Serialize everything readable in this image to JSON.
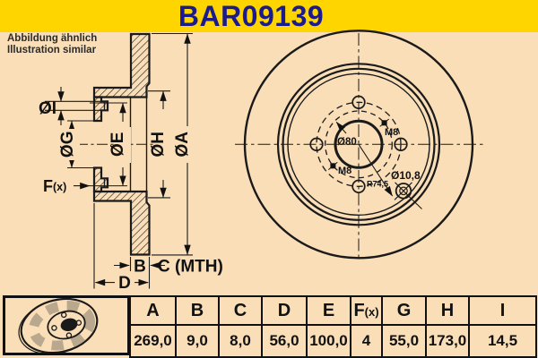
{
  "title": "BAR09139",
  "note": {
    "line1": "Abbildung ähnlich",
    "line2": "Illustration similar"
  },
  "colors": {
    "banner": "#FFD500",
    "background": "#F9DEB8",
    "title_text": "#1B1B8E",
    "line": "#111111"
  },
  "section_view": {
    "labels": {
      "dia_i": "ØI",
      "dia_g": "ØG",
      "dia_e": "ØE",
      "dia_h": "ØH",
      "dia_a": "ØA",
      "f_main": "F",
      "f_sub": "(x)",
      "b": "B",
      "c": "C (MTH)",
      "d": "D"
    }
  },
  "front_view": {
    "labels": {
      "bore_circle": "Ø80",
      "thread_upper": "M8",
      "thread_lower": "M8",
      "hole_dia": "Ø10,8",
      "hole_radius": "R74,5"
    }
  },
  "table": {
    "headers": [
      "A",
      "B",
      "C",
      "D",
      "E",
      "F(x)",
      "G",
      "H",
      "I"
    ],
    "f_main": "F",
    "f_sub": "(x)",
    "values": [
      "269,0",
      "9,0",
      "8,0",
      "56,0",
      "100,0",
      "4",
      "55,0",
      "173,0",
      "14,5"
    ]
  }
}
